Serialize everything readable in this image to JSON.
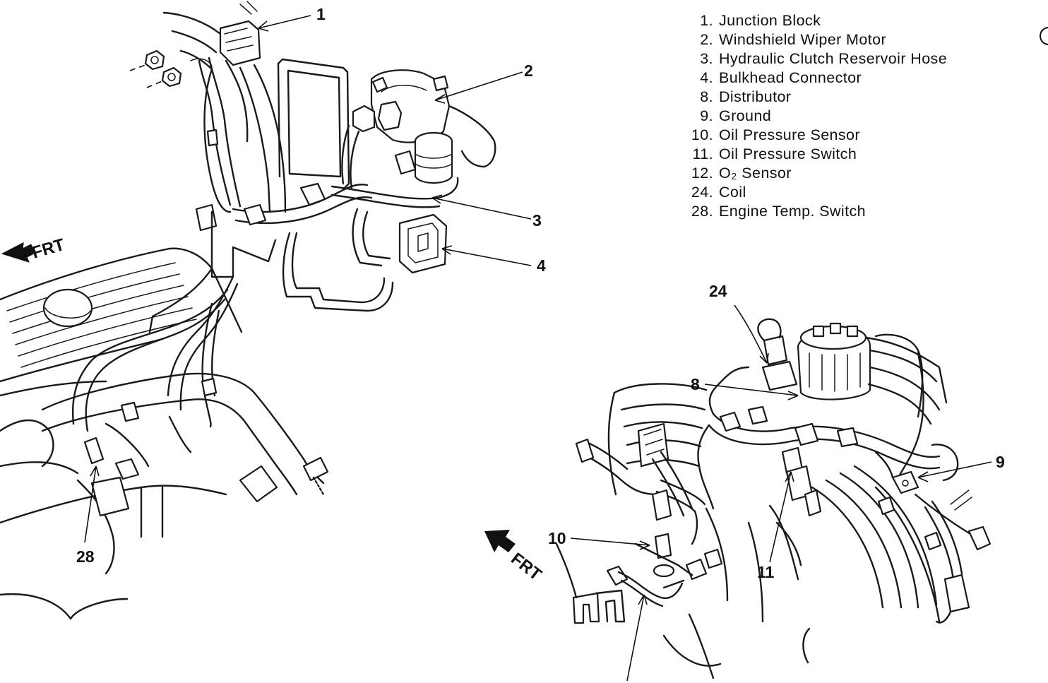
{
  "legend": {
    "items": [
      {
        "num": "1.",
        "label": "Junction Block"
      },
      {
        "num": "2.",
        "label": "Windshield Wiper Motor"
      },
      {
        "num": "3.",
        "label": "Hydraulic Clutch Reservoir Hose"
      },
      {
        "num": "4.",
        "label": "Bulkhead Connector"
      },
      {
        "num": "8.",
        "label": "Distributor"
      },
      {
        "num": "9.",
        "label": "Ground"
      },
      {
        "num": "10.",
        "label": "Oil Pressure Sensor"
      },
      {
        "num": "11.",
        "label": "Oil Pressure Switch"
      },
      {
        "num": "12.",
        "label": "O₂ Sensor"
      },
      {
        "num": "24.",
        "label": "Coil"
      },
      {
        "num": "28.",
        "label": "Engine Temp. Switch"
      }
    ]
  },
  "callouts": {
    "c1": "1",
    "c2": "2",
    "c3": "3",
    "c4": "4",
    "c8": "8",
    "c9": "9",
    "c10": "10",
    "c11": "11",
    "c24": "24",
    "c28": "28"
  },
  "direction": {
    "left": "FRT",
    "right": "FRT"
  }
}
